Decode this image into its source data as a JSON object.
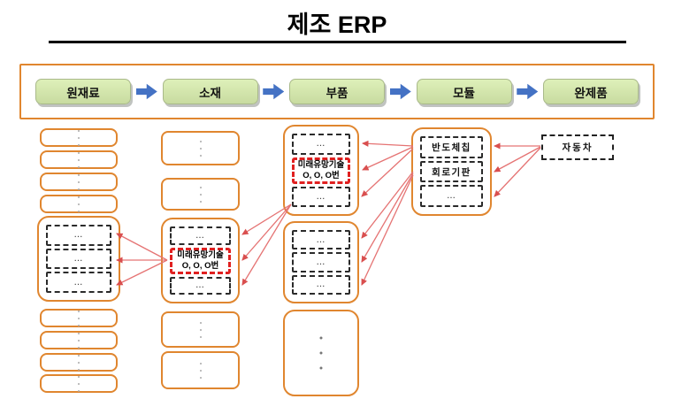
{
  "title": "제조 ERP",
  "pipeline": {
    "stages": [
      "원재료",
      "소재",
      "부품",
      "모듈",
      "완제품"
    ]
  },
  "diagram": {
    "ellipsis": "...",
    "future_tech": {
      "line1": "미래유망기술",
      "line2": "O, O, O번"
    },
    "module_column": {
      "items": [
        "반도체칩",
        "회로기판",
        "..."
      ]
    },
    "product_column": {
      "items": [
        "자동차"
      ]
    }
  },
  "colors": {
    "orange_border": "#E0862F",
    "green_stage": "#C8DBA0",
    "blue_arrow": "#4472C4",
    "red_highlight": "#E02020",
    "link_line": "#E57373",
    "dashed_border": "#2B2B2B"
  }
}
